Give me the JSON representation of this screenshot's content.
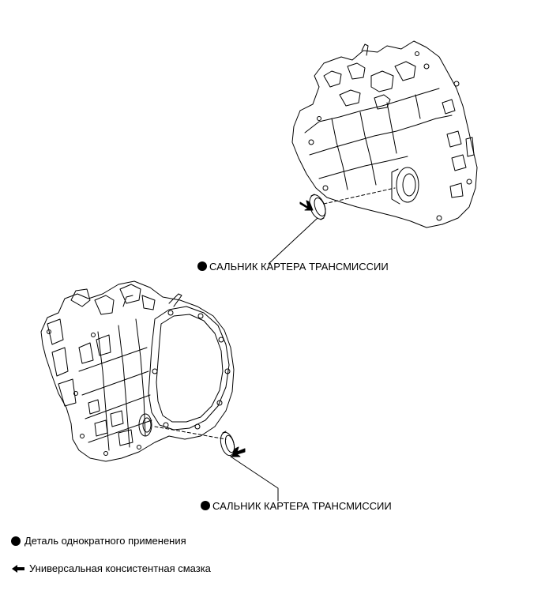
{
  "callouts": {
    "upper_label": "САЛЬНИК КАРТЕРА ТРАНСМИССИИ",
    "lower_label": "САЛЬНИК КАРТЕРА ТРАНСМИССИИ"
  },
  "legend": {
    "non_reusable": "Деталь однократного применения",
    "grease": "Универсальная консистентная смазка"
  },
  "colors": {
    "line": "#000000",
    "background": "#ffffff"
  }
}
